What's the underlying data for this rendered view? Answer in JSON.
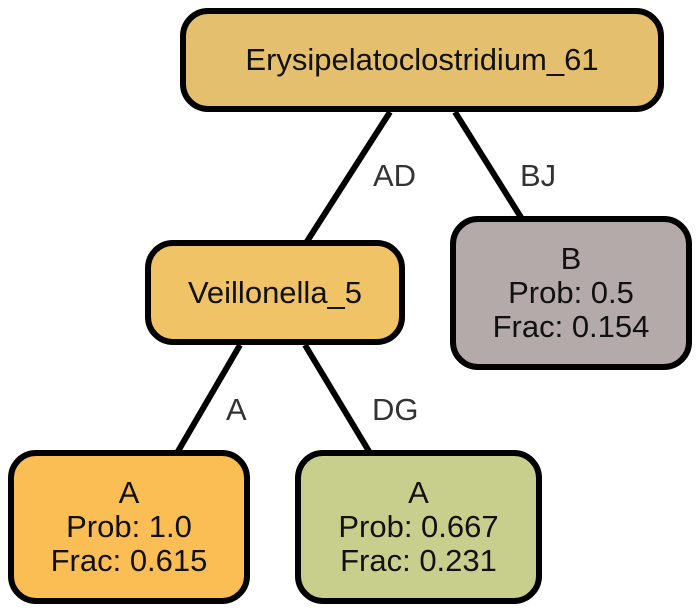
{
  "colors": {
    "root_fill": "#e4c06e",
    "inner_fill": "#efc366",
    "leaf_a1_fill": "#fbbe55",
    "leaf_a2_fill": "#c8cf8d",
    "leaf_b_fill": "#b4aaa9",
    "edge_stroke": "#000000"
  },
  "tree": {
    "root": {
      "label": "Erysipelatoclostridium_61"
    },
    "inner": {
      "label": "Veillonella_5"
    },
    "leaf_b": {
      "class": "B",
      "prob": "Prob: 0.5",
      "frac": "Frac: 0.154"
    },
    "leaf_a1": {
      "class": "A",
      "prob": "Prob: 1.0",
      "frac": "Frac: 0.615"
    },
    "leaf_a2": {
      "class": "A",
      "prob": "Prob: 0.667",
      "frac": "Frac: 0.231"
    },
    "edges": {
      "root_inner": "AD",
      "root_leaf_b": "BJ",
      "inner_leaf_a1": "A",
      "inner_leaf_a2": "DG"
    }
  }
}
